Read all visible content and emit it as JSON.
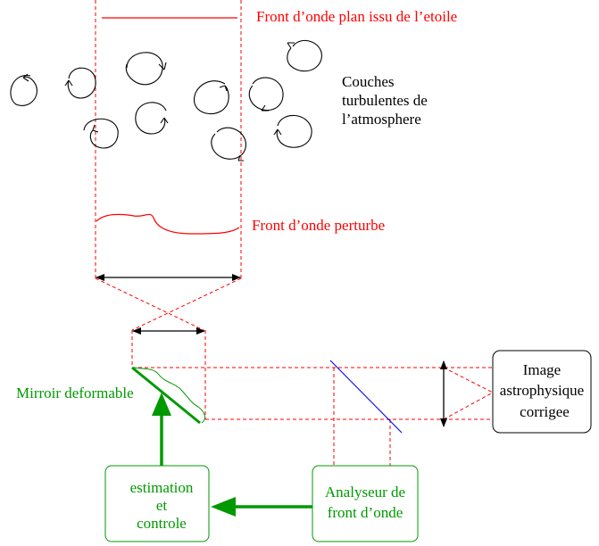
{
  "labels": {
    "plane_wavefront": "Front d’onde plan issu de l’etoile",
    "turbulent_layers": [
      "Couches",
      "turbulentes de",
      "l’atmosphere"
    ],
    "perturbed_wavefront": "Front d’onde perturbe",
    "deformable_mirror": "Mirroir deformable",
    "corrected_image": [
      "Image",
      "astrophysique",
      "corrigee"
    ],
    "wavefront_analyzer": [
      "Analyseur de",
      "front d’onde"
    ],
    "estimation_control": [
      "estimation",
      "et",
      "controle"
    ]
  },
  "colors": {
    "red": "#ff0000",
    "green": "#009900",
    "black": "#000000",
    "blue": "#0000ff"
  },
  "icons": [
    "turbulence-swirl-icon"
  ]
}
